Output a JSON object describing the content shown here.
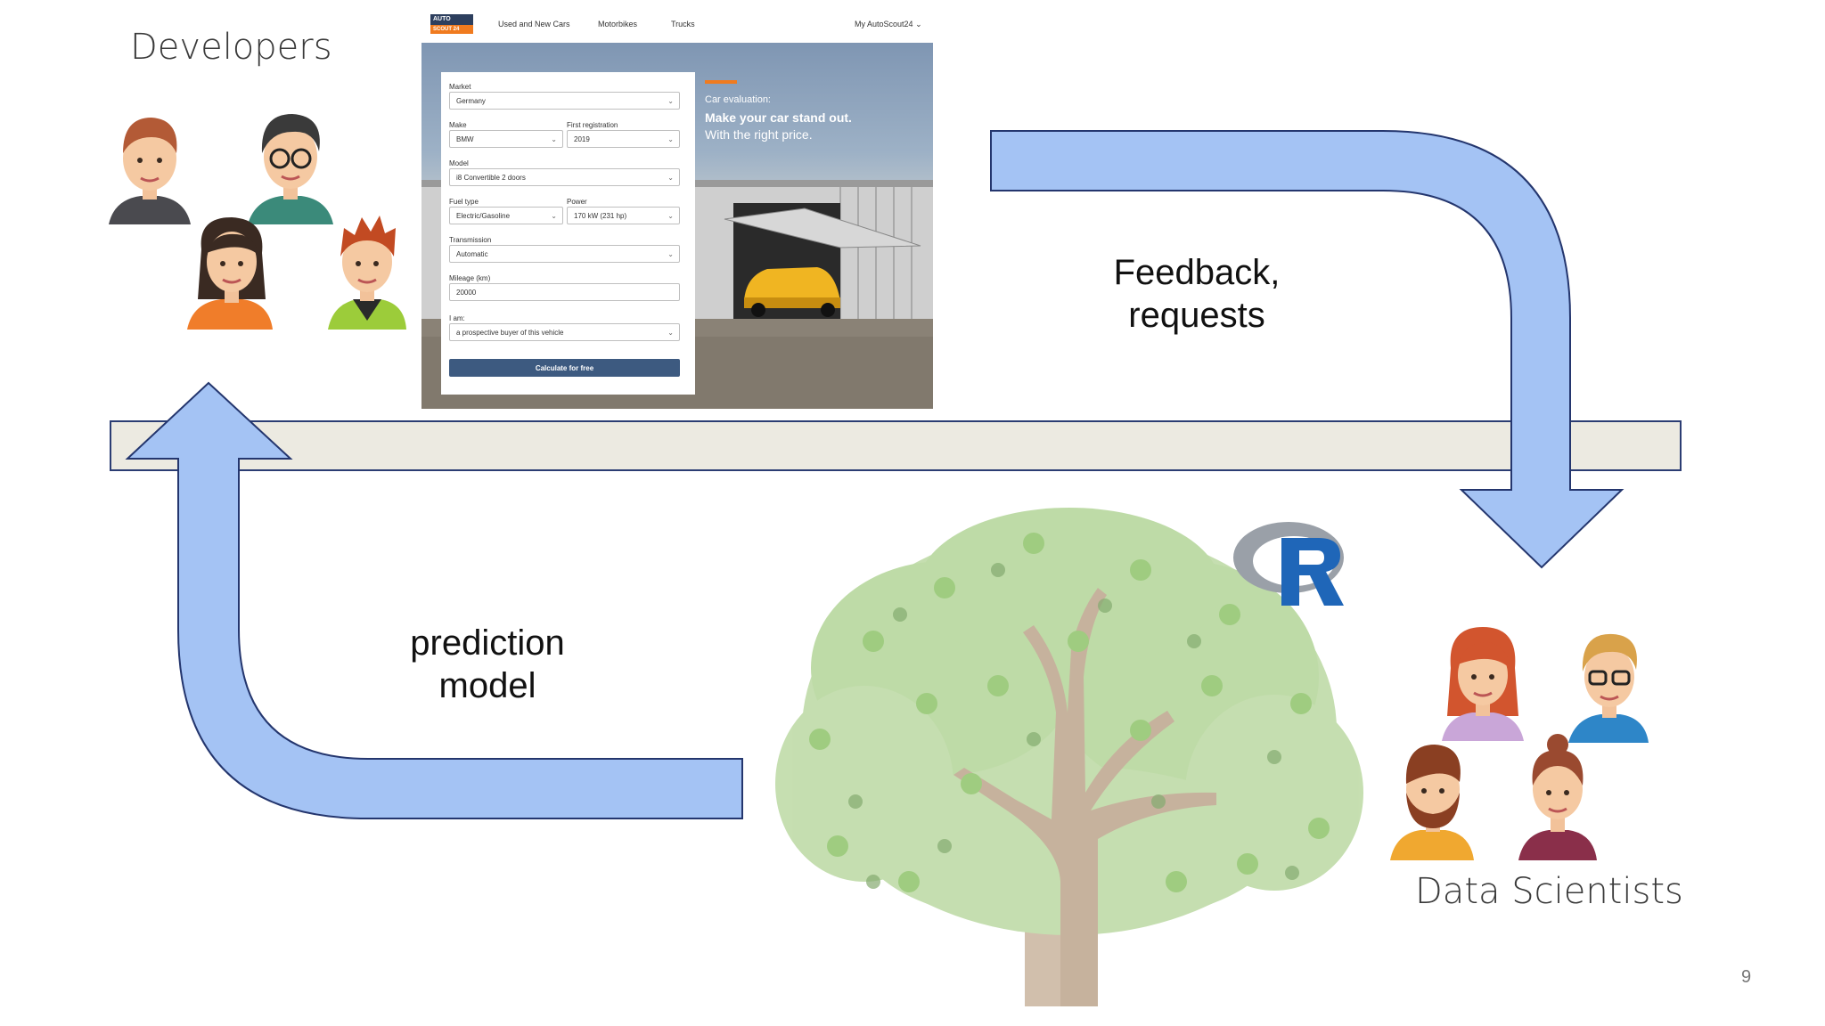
{
  "slide": {
    "developers_title": "Developers",
    "data_scientists_title": "Data Scientists",
    "feedback_label_line1": "Feedback,",
    "feedback_label_line2": "requests",
    "prediction_label_line1": "prediction",
    "prediction_label_line2": "model",
    "page_number": "9",
    "r_logo_letter": "R"
  },
  "app": {
    "logo_top": "AUTO",
    "logo_bottom": "SCOUT 24",
    "nav": [
      "Used and New Cars",
      "Motorbikes",
      "Trucks"
    ],
    "account": "My AutoScout24",
    "form": {
      "market_label": "Market",
      "market_value": "Germany",
      "make_label": "Make",
      "make_value": "BMW",
      "first_reg_label": "First registration",
      "first_reg_value": "2019",
      "model_label": "Model",
      "model_value": "i8 Convertible 2 doors",
      "fuel_label": "Fuel type",
      "fuel_value": "Electric/Gasoline",
      "power_label": "Power",
      "power_value": "170 kW (231 hp)",
      "transmission_label": "Transmission",
      "transmission_value": "Automatic",
      "mileage_label": "Mileage (km)",
      "mileage_value": "20000",
      "iam_label": "I am:",
      "iam_value": "a prospective buyer of this vehicle",
      "submit": "Calculate for free"
    },
    "hero": {
      "line1": "Car evaluation:",
      "line2": "Make your car stand out.",
      "line3": "With the right price."
    }
  },
  "colors": {
    "arrow_fill": "#a4c3f4",
    "arrow_stroke": "#24366e",
    "band_fill": "#eceae1",
    "accent_orange": "#f07b1f",
    "brand_navy": "#2d3f5e",
    "button_blue": "#3d5a80",
    "r_logo_blue": "#1f66b8"
  },
  "icons": [
    "developer-avatar",
    "data-scientist-avatar",
    "tree-illustration",
    "r-logo",
    "car-in-garage-photo"
  ]
}
